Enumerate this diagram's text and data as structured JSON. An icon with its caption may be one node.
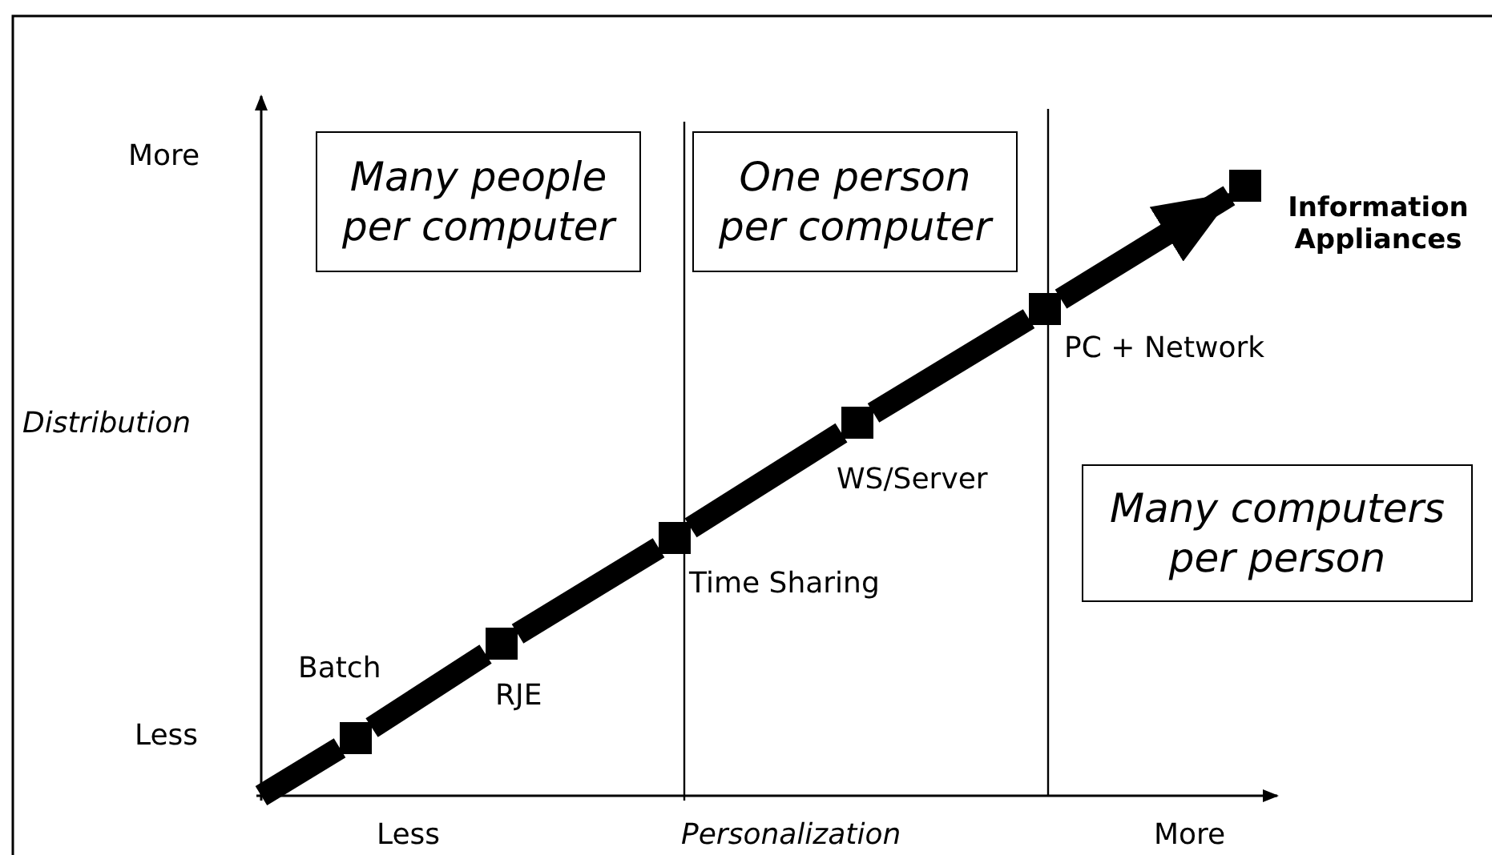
{
  "diagram": {
    "nodes": [
      {
        "text": [
          "Many people per computer"
        ]
      },
      {
        "text": [
          "One person per computer"
        ]
      },
      {
        "text": [
          "Many computers per person"
        ]
      },
      {
        "text": [],
        "shape": "box",
        "beside": [
          "Batch"
        ]
      },
      {
        "text": [],
        "shape": "box",
        "beside": [
          "RJE"
        ]
      },
      {
        "text": [],
        "shape": "box",
        "beside": [
          "Time Sharing"
        ]
      },
      {
        "text": [],
        "shape": "box",
        "beside": [
          "WS/Server"
        ]
      },
      {
        "text": [],
        "shape": "box",
        "beside": [
          "PC + Network"
        ]
      },
      {
        "text": [],
        "shape": "box",
        "beside": [
          "Information Appliances"
        ]
      }
    ],
    "edges": [
      {
        "from": null,
        "to": 3,
        "arrow": "none"
      },
      {
        "from": 3,
        "to": 4,
        "arrow": "none"
      },
      {
        "from": 4,
        "to": 5,
        "arrow": "none"
      },
      {
        "from": 5,
        "to": 6,
        "arrow": "none"
      },
      {
        "from": 6,
        "to": 7,
        "arrow": "none"
      },
      {
        "from": 7,
        "to": 8,
        "arrow": "to"
      }
    ],
    "labels": [
      "More",
      "Distribution",
      "Less",
      "Less",
      "Personalization",
      "More"
    ]
  }
}
